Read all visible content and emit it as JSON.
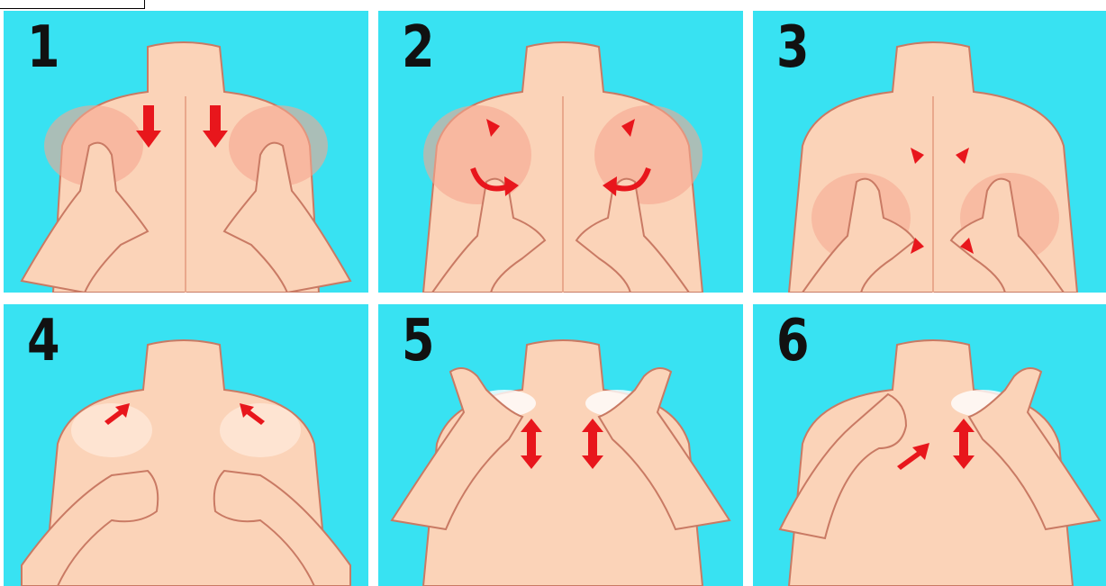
{
  "colors": {
    "background": "#38e2f2",
    "skin": "#fbd3b8",
    "skin_shadow": "#f6a790",
    "outline": "#c97a64",
    "arrow": "#e8161c",
    "number": "#111111"
  },
  "panels": [
    {
      "number": "1",
      "arrows": [
        "down-arrow",
        "down-arrow"
      ]
    },
    {
      "number": "2",
      "arrows": [
        "circular-arrow",
        "circular-arrow"
      ]
    },
    {
      "number": "3",
      "arrows": [
        "diagonal-arrow",
        "diagonal-arrow",
        "diagonal-arrow",
        "diagonal-arrow"
      ]
    },
    {
      "number": "4",
      "arrows": [
        "up-right-arrow",
        "up-left-arrow"
      ]
    },
    {
      "number": "5",
      "arrows": [
        "double-vertical-arrow",
        "double-vertical-arrow"
      ]
    },
    {
      "number": "6",
      "arrows": [
        "up-right-arrow",
        "double-vertical-arrow"
      ]
    }
  ]
}
